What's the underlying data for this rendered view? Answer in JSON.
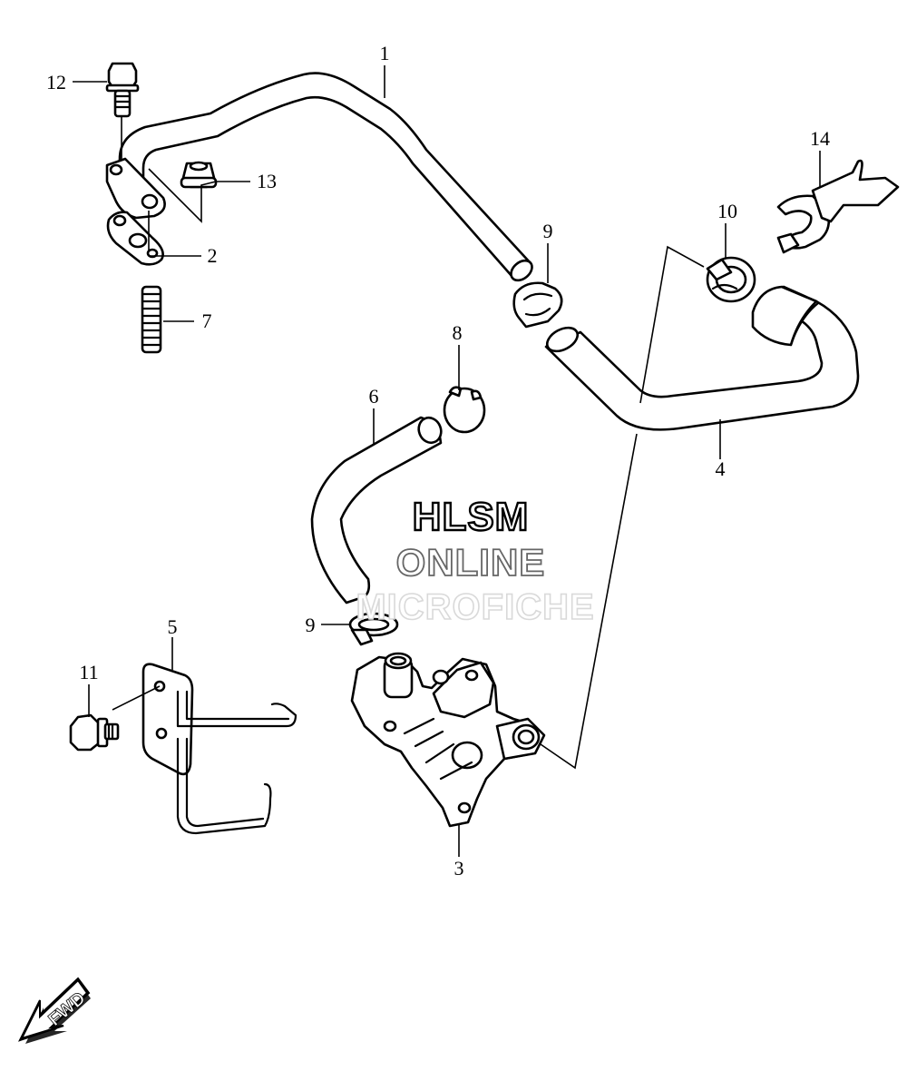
{
  "callouts": {
    "c1": "1",
    "c2": "2",
    "c3": "3",
    "c4": "4",
    "c5": "5",
    "c6": "6",
    "c7": "7",
    "c8": "8",
    "c9a": "9",
    "c9b": "9",
    "c10": "10",
    "c11": "11",
    "c12": "12",
    "c13": "13",
    "c14": "14"
  },
  "watermark": {
    "line1": "HLSM",
    "line2": "ONLINE",
    "line3": "MICROFICHE"
  },
  "badge": {
    "fwd": "FWD"
  },
  "colors": {
    "ink": "#000000",
    "paper": "#ffffff",
    "watermark_light": "#d9d9d9"
  }
}
